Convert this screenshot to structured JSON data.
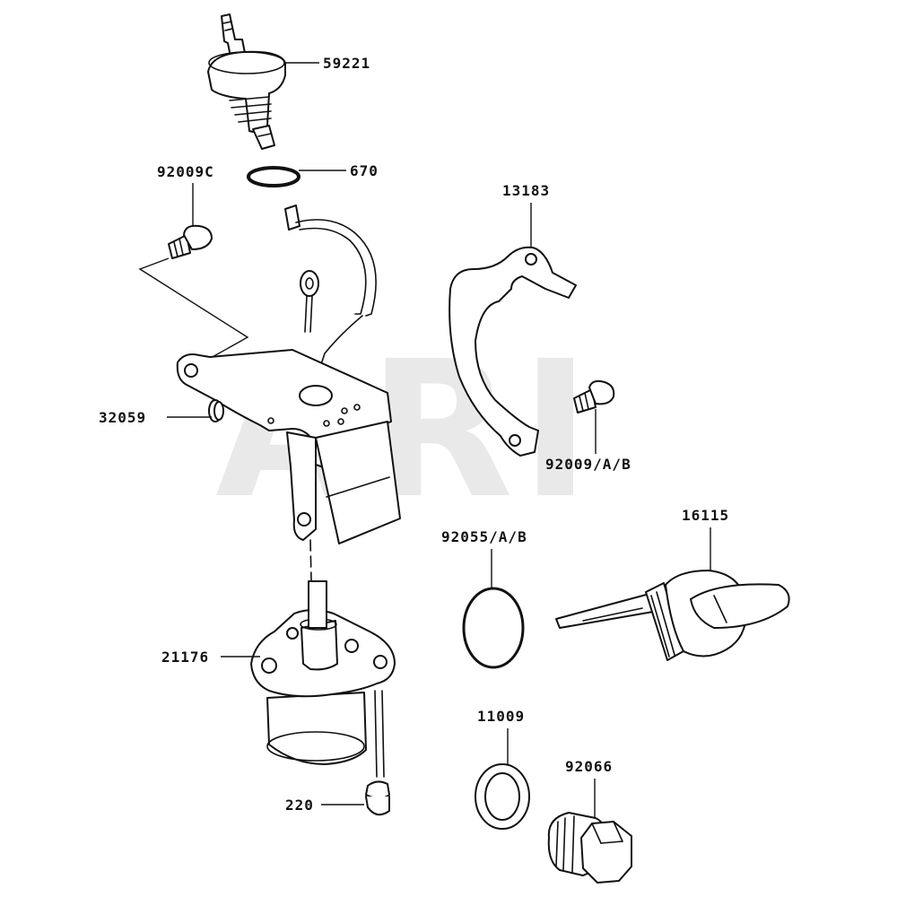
{
  "watermark": "ARI",
  "labels": {
    "p59221": "59221",
    "p670": "670",
    "p92009c": "92009C",
    "p13183": "13183",
    "p32059": "32059",
    "p92009ab": "92009/A/B",
    "p92055ab": "92055/A/B",
    "p16115": "16115",
    "p21176": "21176",
    "p11009": "11009",
    "p92066": "92066",
    "p220": "220"
  }
}
